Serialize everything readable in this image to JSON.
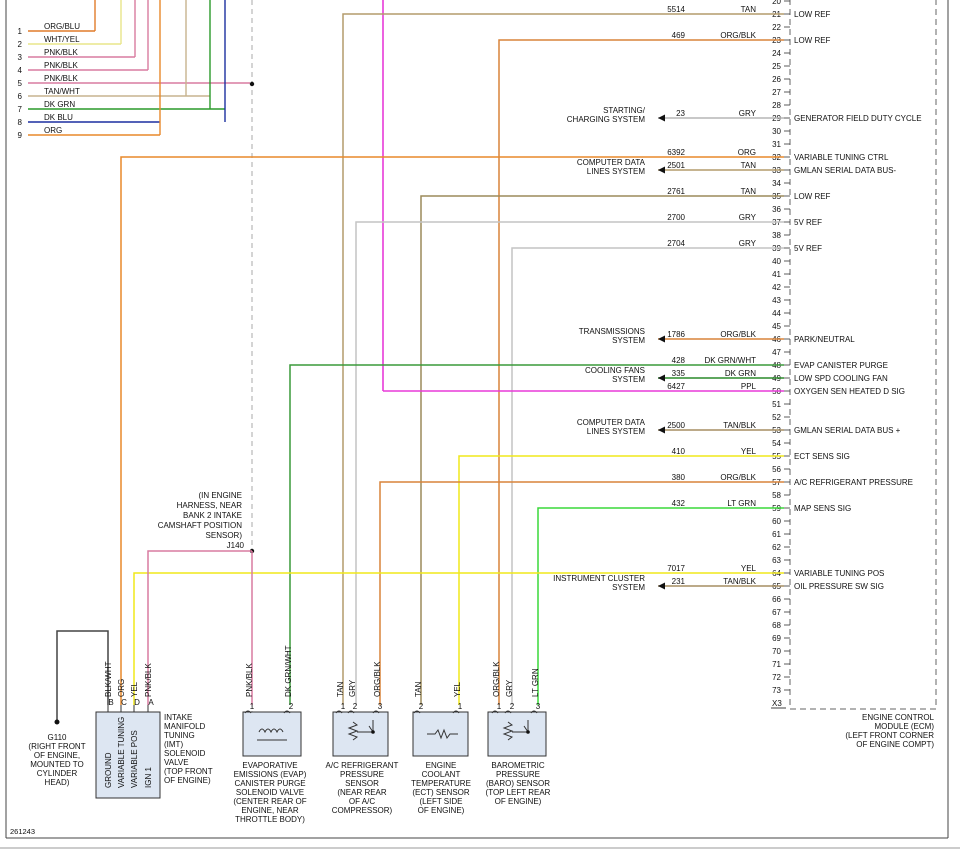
{
  "top_wire_list": [
    {
      "num": "1",
      "color": "ORG/BLU",
      "hex": "#e07b2a"
    },
    {
      "num": "2",
      "color": "WHT/YEL",
      "hex": "#e8e58a"
    },
    {
      "num": "3",
      "color": "PNK/BLK",
      "hex": "#d97ba0"
    },
    {
      "num": "4",
      "color": "PNK/BLK",
      "hex": "#d97ba0"
    },
    {
      "num": "5",
      "color": "PNK/BLK",
      "hex": "#d97ba0"
    },
    {
      "num": "6",
      "color": "TAN/WHT",
      "hex": "#c7b38f"
    },
    {
      "num": "7",
      "color": "DK GRN",
      "hex": "#2a9a2a"
    },
    {
      "num": "8",
      "color": "DK BLU",
      "hex": "#1b2fa0"
    },
    {
      "num": "9",
      "color": "ORG",
      "hex": "#e8892a"
    }
  ],
  "ecm_pins": [
    {
      "pin": "20",
      "label": ""
    },
    {
      "pin": "21",
      "label": "LOW REF"
    },
    {
      "pin": "22",
      "label": ""
    },
    {
      "pin": "23",
      "label": "LOW REF"
    },
    {
      "pin": "24",
      "label": ""
    },
    {
      "pin": "25",
      "label": ""
    },
    {
      "pin": "26",
      "label": ""
    },
    {
      "pin": "27",
      "label": ""
    },
    {
      "pin": "28",
      "label": ""
    },
    {
      "pin": "29",
      "label": "GENERATOR FIELD DUTY CYCLE"
    },
    {
      "pin": "30",
      "label": ""
    },
    {
      "pin": "31",
      "label": ""
    },
    {
      "pin": "32",
      "label": "VARIABLE TUNING CTRL"
    },
    {
      "pin": "33",
      "label": "GMLAN SERIAL DATA BUS-"
    },
    {
      "pin": "34",
      "label": ""
    },
    {
      "pin": "35",
      "label": "LOW REF"
    },
    {
      "pin": "36",
      "label": ""
    },
    {
      "pin": "37",
      "label": "5V REF"
    },
    {
      "pin": "38",
      "label": ""
    },
    {
      "pin": "39",
      "label": "5V REF"
    },
    {
      "pin": "40",
      "label": ""
    },
    {
      "pin": "41",
      "label": ""
    },
    {
      "pin": "42",
      "label": ""
    },
    {
      "pin": "43",
      "label": ""
    },
    {
      "pin": "44",
      "label": ""
    },
    {
      "pin": "45",
      "label": ""
    },
    {
      "pin": "46",
      "label": "PARK/NEUTRAL"
    },
    {
      "pin": "47",
      "label": ""
    },
    {
      "pin": "48",
      "label": "EVAP CANISTER PURGE"
    },
    {
      "pin": "49",
      "label": "LOW SPD COOLING FAN"
    },
    {
      "pin": "50",
      "label": "OXYGEN SEN HEATED D SIG"
    },
    {
      "pin": "51",
      "label": ""
    },
    {
      "pin": "52",
      "label": ""
    },
    {
      "pin": "53",
      "label": "GMLAN SERIAL DATA BUS +"
    },
    {
      "pin": "54",
      "label": ""
    },
    {
      "pin": "55",
      "label": "ECT SENS SIG"
    },
    {
      "pin": "56",
      "label": ""
    },
    {
      "pin": "57",
      "label": "A/C REFRIGERANT PRESSURE"
    },
    {
      "pin": "58",
      "label": ""
    },
    {
      "pin": "59",
      "label": "MAP SENS SIG"
    },
    {
      "pin": "60",
      "label": ""
    },
    {
      "pin": "61",
      "label": ""
    },
    {
      "pin": "62",
      "label": ""
    },
    {
      "pin": "63",
      "label": ""
    },
    {
      "pin": "64",
      "label": "VARIABLE TUNING POS"
    },
    {
      "pin": "65",
      "label": "OIL PRESSURE SW SIG"
    },
    {
      "pin": "66",
      "label": ""
    },
    {
      "pin": "67",
      "label": ""
    },
    {
      "pin": "68",
      "label": ""
    },
    {
      "pin": "69",
      "label": ""
    },
    {
      "pin": "70",
      "label": ""
    },
    {
      "pin": "71",
      "label": ""
    },
    {
      "pin": "72",
      "label": ""
    },
    {
      "pin": "73",
      "label": ""
    }
  ],
  "ecm_connector": "X3",
  "ecm_name": [
    "ENGINE CONTROL",
    "MODULE (ECM)",
    "(LEFT FRONT CORNER",
    "OF ENGINE COMPT)"
  ],
  "wires": [
    {
      "pin": "21",
      "circuit": "5514",
      "color": "TAN",
      "hex": "#b49b6c"
    },
    {
      "pin": "23",
      "circuit": "469",
      "color": "ORG/BLK",
      "hex": "#d9843a"
    },
    {
      "pin": "29",
      "circuit": "23",
      "color": "GRY",
      "hex": "#b5b5b5",
      "dest": [
        "STARTING/",
        "CHARGING SYSTEM"
      ]
    },
    {
      "pin": "32",
      "circuit": "6392",
      "color": "ORG",
      "hex": "#e8892a"
    },
    {
      "pin": "33",
      "circuit": "2501",
      "color": "TAN",
      "hex": "#b49b6c",
      "dest": [
        "COMPUTER DATA",
        "LINES SYSTEM"
      ]
    },
    {
      "pin": "35",
      "circuit": "2761",
      "color": "TAN",
      "hex": "#9c8a5a"
    },
    {
      "pin": "37",
      "circuit": "2700",
      "color": "GRY",
      "hex": "#c4c4c4"
    },
    {
      "pin": "39",
      "circuit": "2704",
      "color": "GRY",
      "hex": "#c4c4c4"
    },
    {
      "pin": "46",
      "circuit": "1786",
      "color": "ORG/BLK",
      "hex": "#d9843a",
      "dest": [
        "TRANSMISSIONS",
        "SYSTEM"
      ]
    },
    {
      "pin": "48",
      "circuit": "428",
      "color": "DK GRN/WHT",
      "hex": "#3a9a3a"
    },
    {
      "pin": "49",
      "circuit": "335",
      "color": "DK GRN",
      "hex": "#2a8a2a",
      "dest": [
        "COOLING FANS",
        "SYSTEM"
      ]
    },
    {
      "pin": "50",
      "circuit": "6427",
      "color": "PPL",
      "hex": "#e83ad8"
    },
    {
      "pin": "53",
      "circuit": "2500",
      "color": "TAN/BLK",
      "hex": "#a58e62",
      "dest": [
        "COMPUTER DATA",
        "LINES SYSTEM"
      ]
    },
    {
      "pin": "55",
      "circuit": "410",
      "color": "YEL",
      "hex": "#f0e81a"
    },
    {
      "pin": "57",
      "circuit": "380",
      "color": "ORG/BLK",
      "hex": "#d9843a"
    },
    {
      "pin": "59",
      "circuit": "432",
      "color": "LT GRN",
      "hex": "#3ad83a"
    },
    {
      "pin": "64",
      "circuit": "7017",
      "color": "YEL",
      "hex": "#f0e81a"
    },
    {
      "pin": "65",
      "circuit": "231",
      "color": "TAN/BLK",
      "hex": "#a58e62",
      "dest": [
        "INSTRUMENT CLUSTER",
        "SYSTEM"
      ]
    }
  ],
  "harness_note": [
    "(IN ENGINE",
    "HARNESS, NEAR",
    "BANK 2 INTAKE",
    "CAMSHAFT POSITION",
    "SENSOR)"
  ],
  "splice": "J140",
  "ground": {
    "id": "G110",
    "desc": [
      "(RIGHT FRONT",
      "OF ENGINE,",
      "MOUNTED TO",
      "CYLINDER",
      "HEAD)"
    ]
  },
  "imt": {
    "pins": [
      {
        "letter": "B",
        "color": "BLK/WHT",
        "func": "GROUND"
      },
      {
        "letter": "C",
        "color": "ORG",
        "func": "VARIABLE TUNING"
      },
      {
        "letter": "D",
        "color": "YEL",
        "func": "VARIABLE POS"
      },
      {
        "letter": "A",
        "color": "PNK/BLK",
        "func": "IGN 1"
      }
    ],
    "desc": [
      "INTAKE",
      "MANIFOLD",
      "TUNING",
      "(IMT)",
      "SOLENOID",
      "VALVE",
      "(TOP FRONT",
      "OF ENGINE)"
    ]
  },
  "evap": {
    "wires": [
      {
        "num": "1",
        "color": "PNK/BLK"
      },
      {
        "num": "2",
        "color": "DK GRN/WHT"
      }
    ],
    "desc": [
      "EVAPORATIVE",
      "EMISSIONS (EVAP)",
      "CANISTER PURGE",
      "SOLENOID VALVE",
      "(CENTER REAR OF",
      "ENGINE, NEAR",
      "THROTTLE BODY)"
    ]
  },
  "ac": {
    "wires": [
      {
        "num": "1",
        "color": "TAN"
      },
      {
        "num": "2",
        "color": "GRY"
      },
      {
        "num": "3",
        "color": "ORG/BLK"
      }
    ],
    "desc": [
      "A/C REFRIGERANT",
      "PRESSURE",
      "SENSOR",
      "(NEAR REAR",
      "OF A/C",
      "COMPRESSOR)"
    ]
  },
  "ect": {
    "wires": [
      {
        "num": "2",
        "color": "TAN"
      },
      {
        "num": "1",
        "color": "YEL"
      }
    ],
    "desc": [
      "ENGINE",
      "COOLANT",
      "TEMPERATURE",
      "(ECT) SENSOR",
      "(LEFT SIDE",
      "OF ENGINE)"
    ]
  },
  "baro": {
    "wires": [
      {
        "num": "1",
        "color": "ORG/BLK"
      },
      {
        "num": "2",
        "color": "GRY"
      },
      {
        "num": "3",
        "color": "LT GRN"
      }
    ],
    "desc": [
      "BAROMETRIC",
      "PRESSURE",
      "(BARO) SENSOR",
      "(TOP LEFT REAR",
      "OF ENGINE)"
    ]
  },
  "figure_id": "261243",
  "colors": {
    "pink": "#d97ba0",
    "magenta": "#e83ad8",
    "gray": "#c4c4c4",
    "border": "#444444"
  }
}
